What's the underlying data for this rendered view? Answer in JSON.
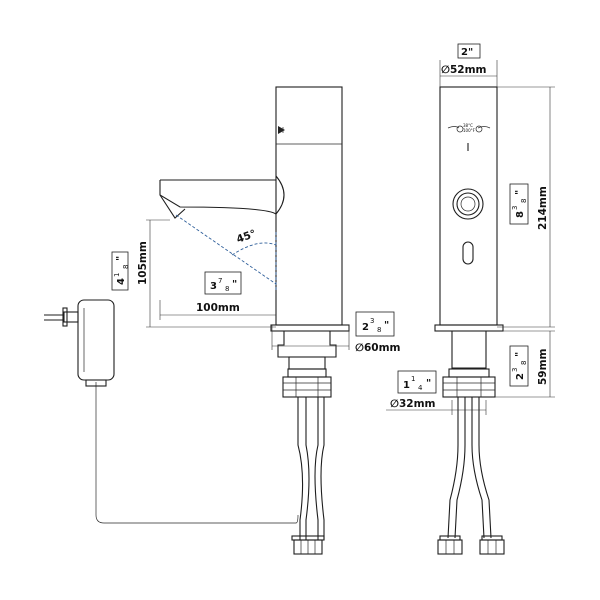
{
  "dimensions": {
    "spout_height_in": "4⅛\"",
    "spout_height_in_whole": "4",
    "spout_height_in_num": "1",
    "spout_height_in_den": "8",
    "spout_height_mm": "105mm",
    "reach_in_whole": "3",
    "reach_in_num": "7",
    "reach_in_den": "8",
    "reach_mm": "100mm",
    "angle": "45°",
    "base_in_whole": "2",
    "base_in_num": "3",
    "base_in_den": "8",
    "base_mm": "∅60mm",
    "body_diameter_in": "2\"",
    "body_diameter_mm": "∅52mm",
    "total_height_in_whole": "8",
    "total_height_in_num": "3",
    "total_height_in_den": "8",
    "total_height_mm": "214mm",
    "shank_in_whole": "2",
    "shank_in_num": "3",
    "shank_in_den": "8",
    "shank_mm": "59mm",
    "shank_diam_in_whole": "1",
    "shank_diam_in_num": "1",
    "shank_diam_in_den": "4",
    "shank_diam_mm": "∅32mm"
  },
  "badge": {
    "line1": "38°C",
    "line2": "100°F"
  }
}
